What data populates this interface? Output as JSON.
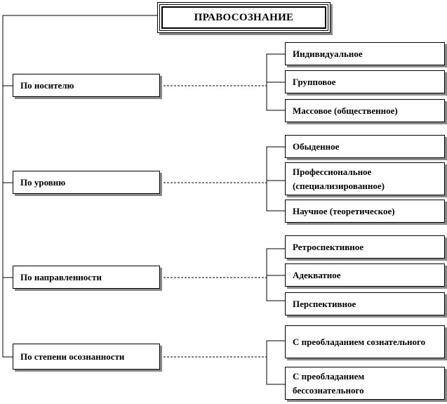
{
  "title": "ПРАВОСОЗНАНИЕ",
  "categories": [
    {
      "label": "По носителю",
      "items": [
        "Индивидуальное",
        "Групповое",
        "Массовое (общественное)"
      ]
    },
    {
      "label": "По уровню",
      "items": [
        "Обыденное",
        "Профессиональное (специализированное)",
        "Научное (теоретическое)"
      ]
    },
    {
      "label": "По направленности",
      "items": [
        "Ретроспективное",
        "Адекватное",
        "Перспективное"
      ]
    },
    {
      "label": "По степени осознанности",
      "items": [
        "С преобладанием сознательного",
        "С преобладанием бессознательного"
      ]
    }
  ]
}
